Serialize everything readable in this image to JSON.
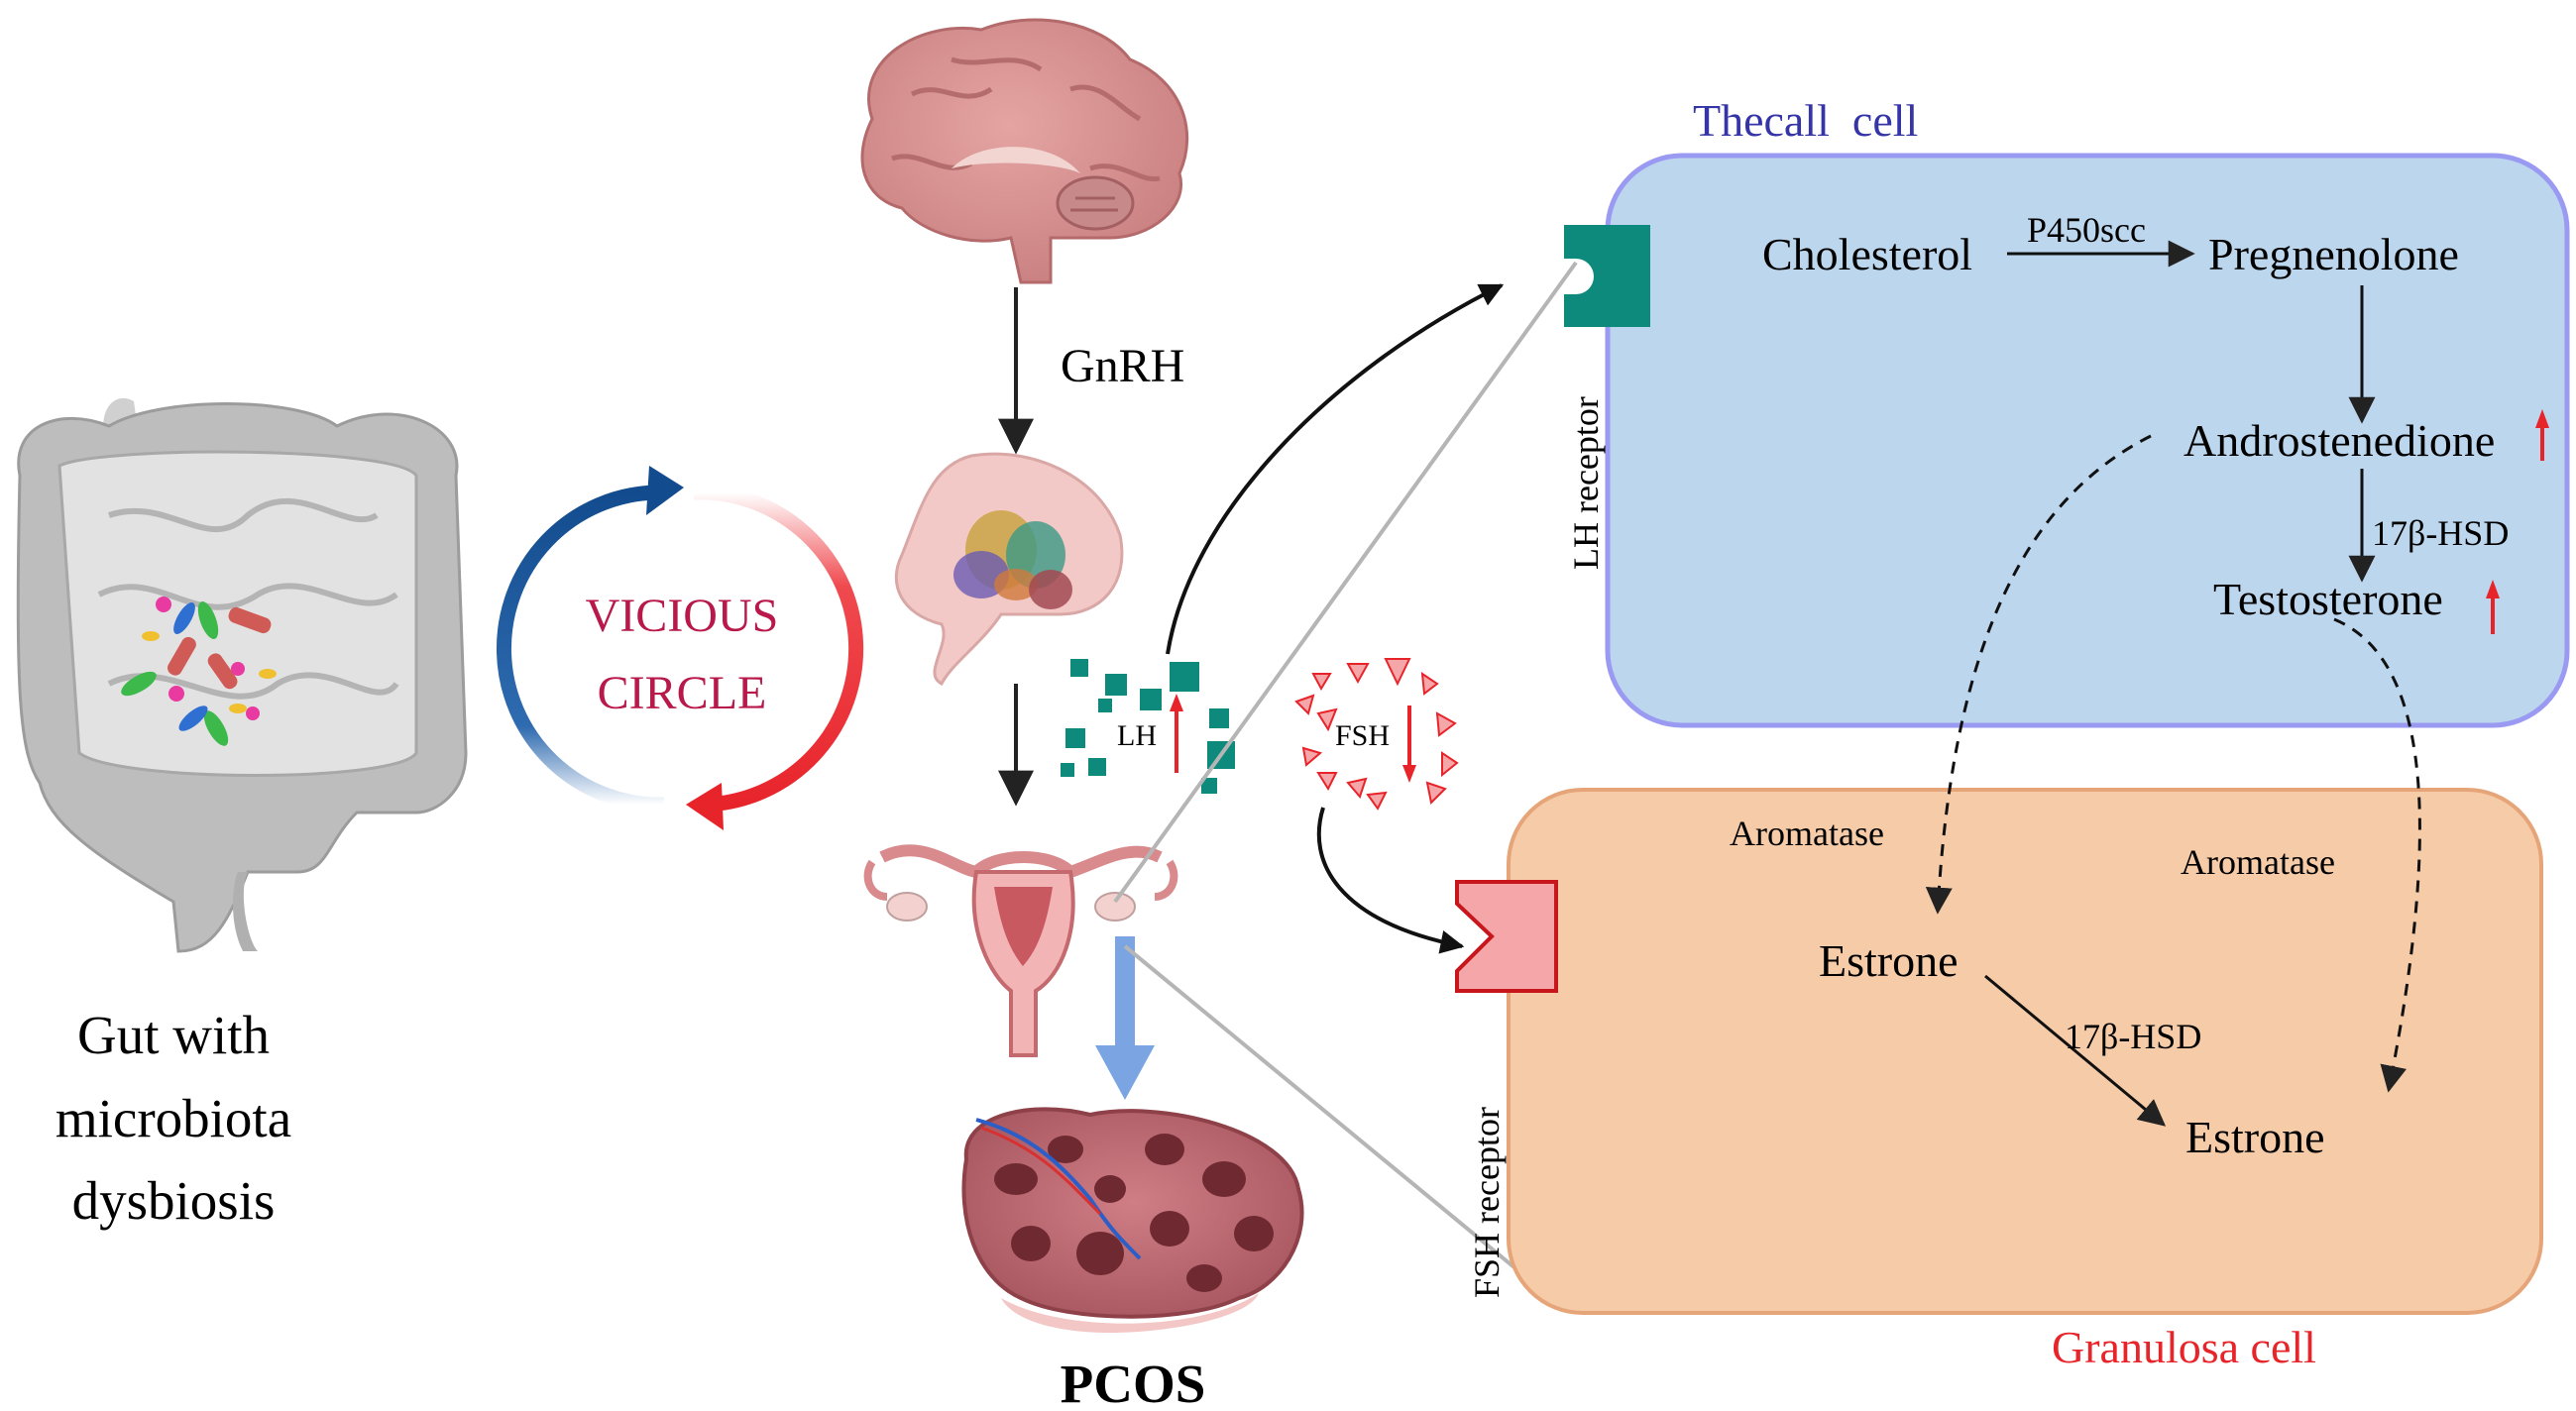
{
  "gut": {
    "caption_lines": [
      "Gut with",
      "microbiota",
      "dysbiosis"
    ]
  },
  "cycle": {
    "lines": [
      "VICIOUS",
      "CIRCLE"
    ]
  },
  "hormones": {
    "gnrh": "GnRH",
    "lh": "LH",
    "fsh": "FSH"
  },
  "outcome": {
    "pcos": "PCOS"
  },
  "thecal": {
    "title": "Thecall  cell",
    "receptor": "LH receptor",
    "cholesterol": "Cholesterol",
    "enzyme_scc": "P450scc",
    "pregnenolone": "Pregnenolone",
    "androstenedione": "Androstenedione",
    "enzyme_hsd": "17β-HSD",
    "testosterone": "Testosterone"
  },
  "granulosa": {
    "title": "Granulosa cell",
    "receptor": "FSH receptor",
    "aromatase_left": "Aromatase",
    "aromatase_right": "Aromatase",
    "estrone_top": "Estrone",
    "enzyme_hsd": "17β-HSD",
    "estrone_bottom": "Estrone"
  },
  "colors": {
    "thecal_fill": "#bcd6ee",
    "thecal_border": "#9a9af2",
    "thecal_title": "#3535a8",
    "granulosa_fill": "#f6cba8",
    "granulosa_border": "#e6a579",
    "granulosa_title": "#e8242b",
    "lh_receptor": "#0d8a7c",
    "fsh_receptor": "#f4a6a8",
    "vicious_text": "#b8184a",
    "cycle_blue": "#124c8e",
    "cycle_red": "#e8242b",
    "up_down_arrow": "#e8242b",
    "pcos_arrow": "#7aa5e2"
  }
}
